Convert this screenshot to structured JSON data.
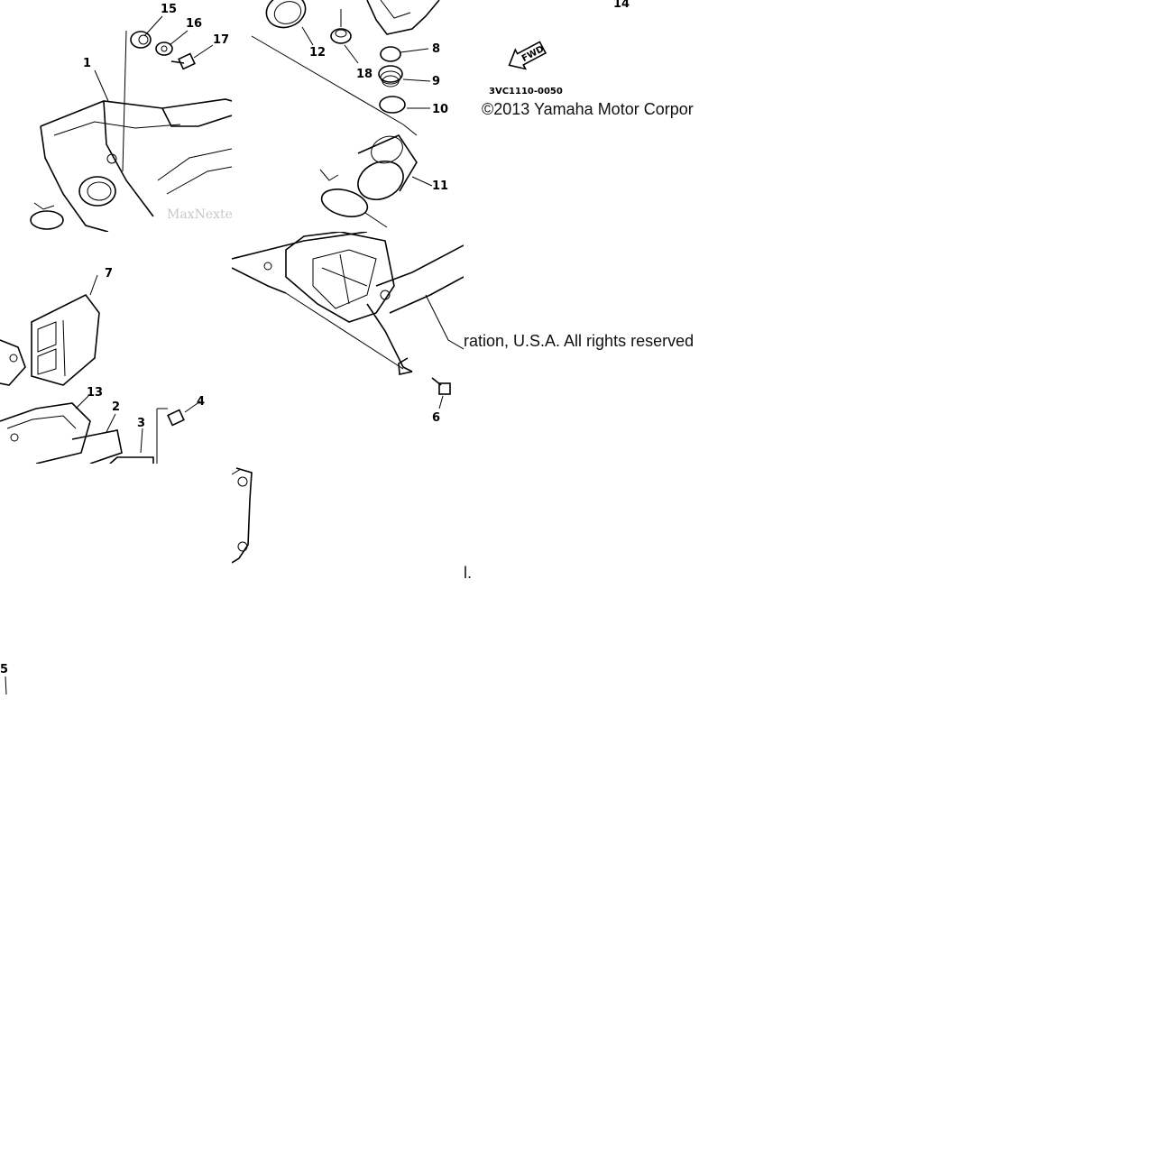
{
  "diagram": {
    "callouts": [
      "1",
      "2",
      "3",
      "4",
      "5",
      "6",
      "7",
      "8",
      "9",
      "10",
      "11",
      "12",
      "13",
      "14",
      "15",
      "16",
      "17",
      "18"
    ],
    "part_code": "3VC1110-0050",
    "direction_marker": "FWD",
    "copyright_line_1": "©2013 Yamaha Motor Corpor",
    "copyright_line_2": "ration, U.S.A. All rights reserved",
    "copyright_line_3": "l.",
    "watermark": "MaxNextech"
  },
  "colors": {
    "ink": "#000000",
    "paper": "#ffffff",
    "watermark": "#9a9a9a"
  }
}
